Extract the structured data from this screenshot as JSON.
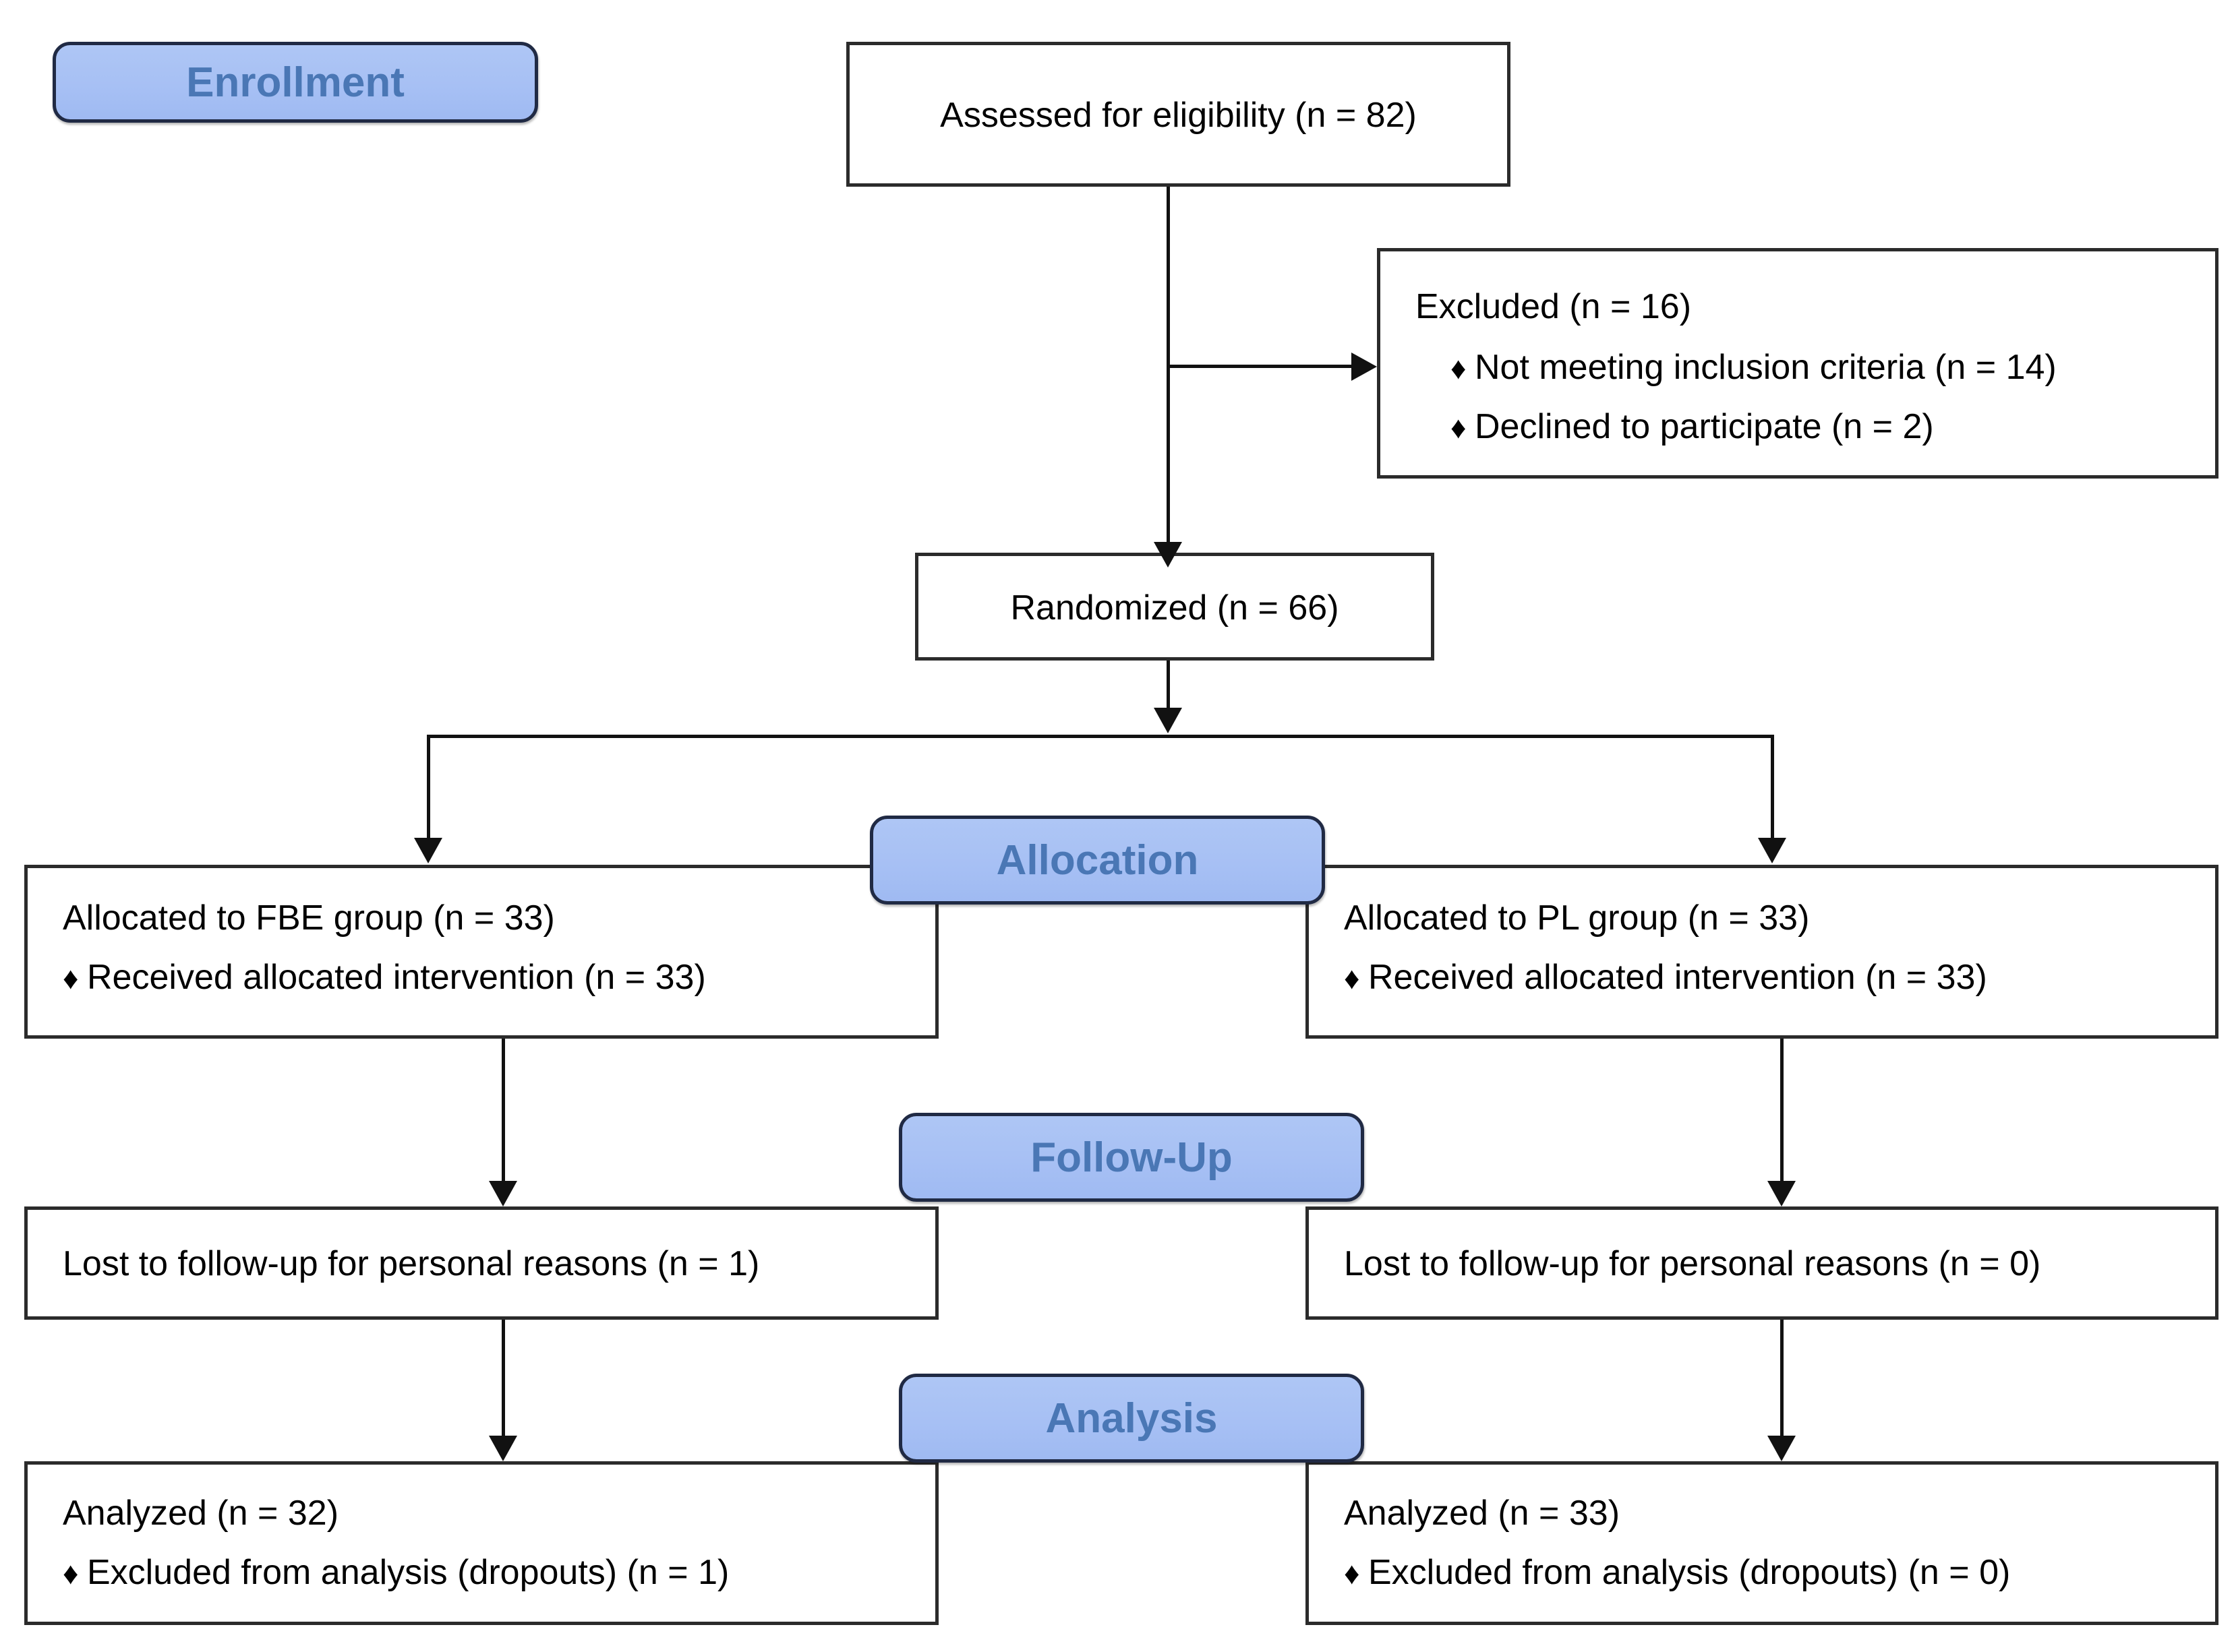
{
  "diagram": {
    "title": "CONSORT participant flow diagram",
    "accent_blue": "#a7c0f4",
    "badge_border": "#202a44",
    "badge_text_color": "#4a77b5",
    "box_border": "#2b2b2b",
    "bullet_glyph": "♦"
  },
  "stages": {
    "enrollment": "Enrollment",
    "allocation": "Allocation",
    "followup": "Follow-Up",
    "analysis": "Analysis"
  },
  "boxes": {
    "assessed": {
      "text": "Assessed for eligibility (n = 82)"
    },
    "excluded": {
      "heading": "Excluded (n = 16)",
      "items": [
        "Not meeting inclusion criteria (n = 14)",
        "Declined to participate (n = 2)"
      ]
    },
    "randomized": {
      "text": "Randomized (n = 66)"
    },
    "alloc_left": {
      "heading": "Allocated to FBE group (n = 33)",
      "items": [
        "Received allocated intervention (n = 33)"
      ]
    },
    "alloc_right": {
      "heading": "Allocated to PL group (n = 33)",
      "items": [
        "Received allocated intervention (n = 33)"
      ]
    },
    "followup_left": {
      "text": "Lost to follow-up for personal reasons (n = 1)"
    },
    "followup_right": {
      "text": "Lost to follow-up for personal reasons (n = 0)"
    },
    "analysis_left": {
      "heading": "Analyzed (n = 32)",
      "items": [
        "Excluded from analysis (dropouts) (n = 1)"
      ]
    },
    "analysis_right": {
      "heading": "Analyzed (n = 33)",
      "items": [
        "Excluded from analysis (dropouts) (n = 0)"
      ]
    }
  },
  "chart_data": {
    "type": "diagram",
    "title": "CONSORT flow diagram",
    "nodes": [
      {
        "id": "assessed",
        "stage": "Enrollment",
        "label": "Assessed for eligibility",
        "n": 82
      },
      {
        "id": "excluded",
        "stage": "Enrollment",
        "label": "Excluded",
        "n": 16,
        "reasons": [
          {
            "label": "Not meeting inclusion criteria",
            "n": 14
          },
          {
            "label": "Declined to participate",
            "n": 2
          }
        ]
      },
      {
        "id": "randomized",
        "stage": "Enrollment",
        "label": "Randomized",
        "n": 66
      },
      {
        "id": "alloc_left",
        "stage": "Allocation",
        "group": "FBE",
        "label": "Allocated to FBE group",
        "n": 33,
        "sub": [
          {
            "label": "Received allocated intervention",
            "n": 33
          }
        ]
      },
      {
        "id": "alloc_right",
        "stage": "Allocation",
        "group": "PL",
        "label": "Allocated to PL group",
        "n": 33,
        "sub": [
          {
            "label": "Received allocated intervention",
            "n": 33
          }
        ]
      },
      {
        "id": "followup_left",
        "stage": "Follow-Up",
        "group": "FBE",
        "label": "Lost to follow-up for personal reasons",
        "n": 1
      },
      {
        "id": "followup_right",
        "stage": "Follow-Up",
        "group": "PL",
        "label": "Lost to follow-up for personal reasons",
        "n": 0
      },
      {
        "id": "analysis_left",
        "stage": "Analysis",
        "group": "FBE",
        "label": "Analyzed",
        "n": 32,
        "sub": [
          {
            "label": "Excluded from analysis (dropouts)",
            "n": 1
          }
        ]
      },
      {
        "id": "analysis_right",
        "stage": "Analysis",
        "group": "PL",
        "label": "Analyzed",
        "n": 33,
        "sub": [
          {
            "label": "Excluded from analysis (dropouts)",
            "n": 0
          }
        ]
      }
    ],
    "edges": [
      {
        "from": "assessed",
        "to": "excluded"
      },
      {
        "from": "assessed",
        "to": "randomized"
      },
      {
        "from": "randomized",
        "to": "alloc_left"
      },
      {
        "from": "randomized",
        "to": "alloc_right"
      },
      {
        "from": "alloc_left",
        "to": "followup_left"
      },
      {
        "from": "alloc_right",
        "to": "followup_right"
      },
      {
        "from": "followup_left",
        "to": "analysis_left"
      },
      {
        "from": "followup_right",
        "to": "analysis_right"
      }
    ]
  }
}
